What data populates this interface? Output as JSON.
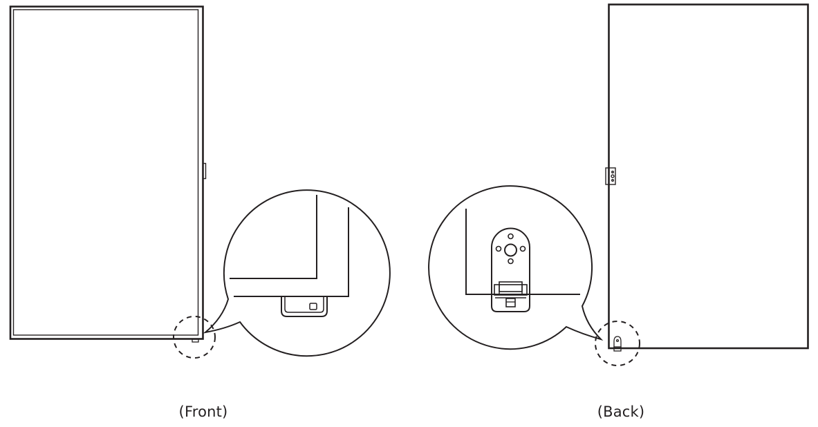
{
  "diagram": {
    "type": "product installation illustration",
    "subject": "Display monitor in portrait orientation, front and back views with magnified detail callouts",
    "colors": {
      "line": "#231f20",
      "background": "#ffffff"
    },
    "views": [
      {
        "id": "front",
        "caption": "(Front)",
        "elements": [
          "monitor-outline-double-bezel",
          "side-button",
          "bottom-tab",
          "dashed-highlight-circle",
          "magnified-callout-bubble"
        ],
        "callout_detail": "Bottom-right corner of bezel with small tab/sensor protruding below edge"
      },
      {
        "id": "back",
        "caption": "(Back)",
        "elements": [
          "monitor-back-outline",
          "side-bracket",
          "bottom-bracket",
          "dashed-highlight-circle",
          "magnified-callout-bubble"
        ],
        "callout_detail": "Bottom-left corner with rounded mounting bracket featuring one center hole and four surrounding holes, latch at base"
      }
    ]
  }
}
